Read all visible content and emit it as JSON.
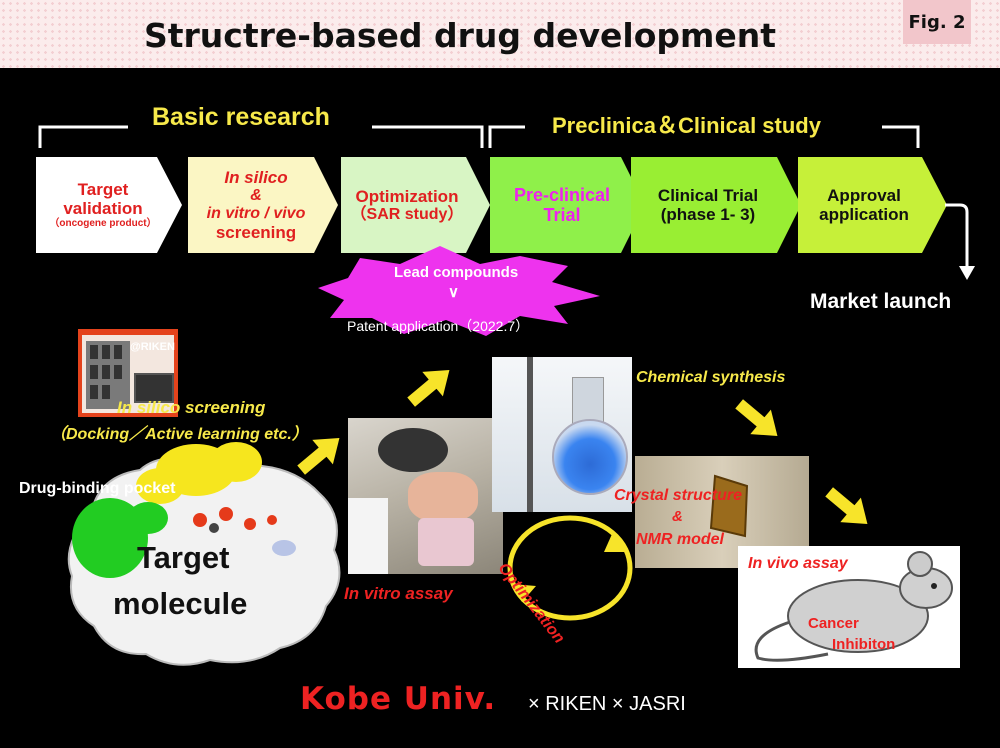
{
  "header": {
    "title": "Structre-based drug development",
    "fig_label": "Fig. 2"
  },
  "phases": {
    "basic": "Basic research",
    "clinical": "Preclinica＆Clinical study"
  },
  "stages": [
    {
      "line1": "Target",
      "line2": "validation",
      "line3": "（oncogene product）",
      "color": "#ffffff",
      "text_color": "#e02020"
    },
    {
      "line1": "In silico",
      "line2": "&",
      "line3": "in vitro / vivo",
      "line4": "screening",
      "color": "#fbf6c4",
      "text_color": "#e02020"
    },
    {
      "line1": "Optimization",
      "line2": "（SAR study）",
      "color": "#d8f5c4",
      "text_color": "#e02020"
    },
    {
      "line1": "Pre-clinical",
      "line2": "Trial",
      "color": "#8ff04a",
      "text_color": "#ee22ee"
    },
    {
      "line1": "Clinical  Trial",
      "line2": "(phase 1- 3)",
      "color": "#99ee33",
      "text_color": "#111111"
    },
    {
      "line1": "Approval",
      "line2": "application",
      "color": "#c6f039",
      "text_color": "#111111"
    }
  ],
  "lead_star": {
    "line1": "Lead compounds",
    "line2": "∨",
    "line3": "Patent application（2022.7）",
    "color": "#ee33ee"
  },
  "market_launch": "Market launch",
  "labels": {
    "riken": "@RIKEN",
    "in_silico_screening": "In silico screening",
    "docking": "（Docking／Active learning etc.）",
    "drug_binding_pocket": "Drug-binding  pocket",
    "target_line1": "Target",
    "target_line2": "molecule",
    "in_vitro_assay": "In vitro assay",
    "optimization_cycle": "Optimization",
    "chemical_synthesis": "Chemical synthesis",
    "crystal_line1": "Crystal structure",
    "crystal_line2": "&",
    "crystal_line3": "NMR model",
    "in_vivo_assay": "In vivo assay",
    "cancer_line1": "Cancer",
    "cancer_line2": "Inhibiton"
  },
  "footer": {
    "kobe": "Kobe Univ.",
    "partners": "× RIKEN  × JASRI"
  },
  "colors": {
    "accent_yellow": "#f7e94a",
    "accent_red": "#ee2222",
    "header_bg": "#fbecec"
  }
}
